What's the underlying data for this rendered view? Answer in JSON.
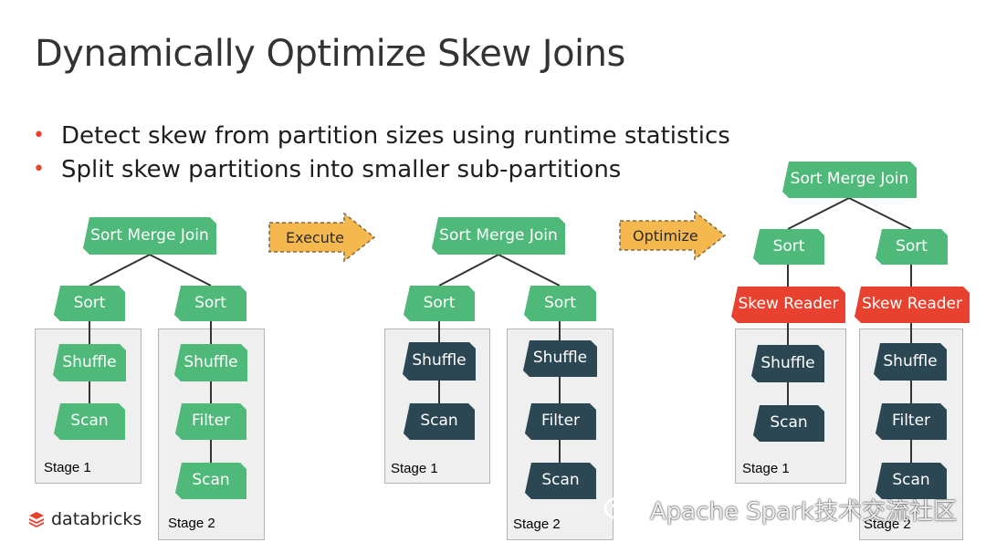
{
  "slide": {
    "title": "Dynamically Optimize Skew Joins",
    "bullets": [
      "Detect skew from partition sizes using runtime statistics",
      "Split skew partitions into smaller sub-partitions"
    ]
  },
  "arrows": {
    "execute": "Execute",
    "optimize": "Optimize"
  },
  "plan1": {
    "join": "Sort Merge Join",
    "left": {
      "sort": "Sort",
      "shuffle": "Shuffle",
      "scan": "Scan",
      "stage": "Stage 1"
    },
    "right": {
      "sort": "Sort",
      "shuffle": "Shuffle",
      "filter": "Filter",
      "scan": "Scan",
      "stage": "Stage 2"
    }
  },
  "plan2": {
    "join": "Sort Merge Join",
    "left": {
      "sort": "Sort",
      "shuffle": "Shuffle",
      "scan": "Scan",
      "stage": "Stage 1"
    },
    "right": {
      "sort": "Sort",
      "shuffle": "Shuffle",
      "filter": "Filter",
      "scan": "Scan",
      "stage": "Stage 2"
    }
  },
  "plan3": {
    "join": "Sort Merge Join",
    "left": {
      "sort": "Sort",
      "skew_reader": "Skew Reader",
      "shuffle": "Shuffle",
      "scan": "Scan",
      "stage": "Stage 1"
    },
    "right": {
      "sort": "Sort",
      "skew_reader": "Skew Reader",
      "shuffle": "Shuffle",
      "filter": "Filter",
      "scan": "Scan",
      "stage": "Stage 2"
    }
  },
  "branding": {
    "logo": "databricks",
    "watermark": "Apache Spark技术交流社区",
    "logo_color": "#e8412f"
  },
  "colors": {
    "completed_node": "#4fb97a",
    "executed_node": "#2b4754",
    "skew_reader": "#e8412f",
    "arrow_fill": "#f5b84e"
  }
}
